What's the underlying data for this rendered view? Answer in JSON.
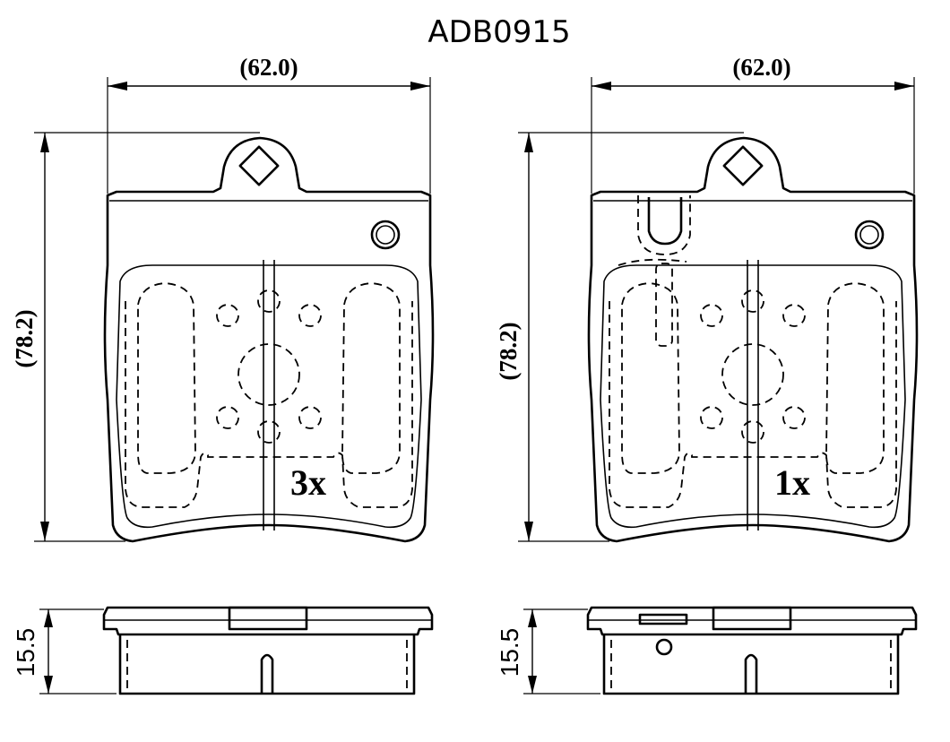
{
  "title": "ADB0915",
  "left_pad": {
    "width_label": "(62.0)",
    "height_label": "(78.2)",
    "quantity": "3x",
    "thickness_label": "15.5"
  },
  "right_pad": {
    "width_label": "(62.0)",
    "height_label": "(78.2)",
    "quantity": "1x",
    "thickness_label": "15.5"
  }
}
